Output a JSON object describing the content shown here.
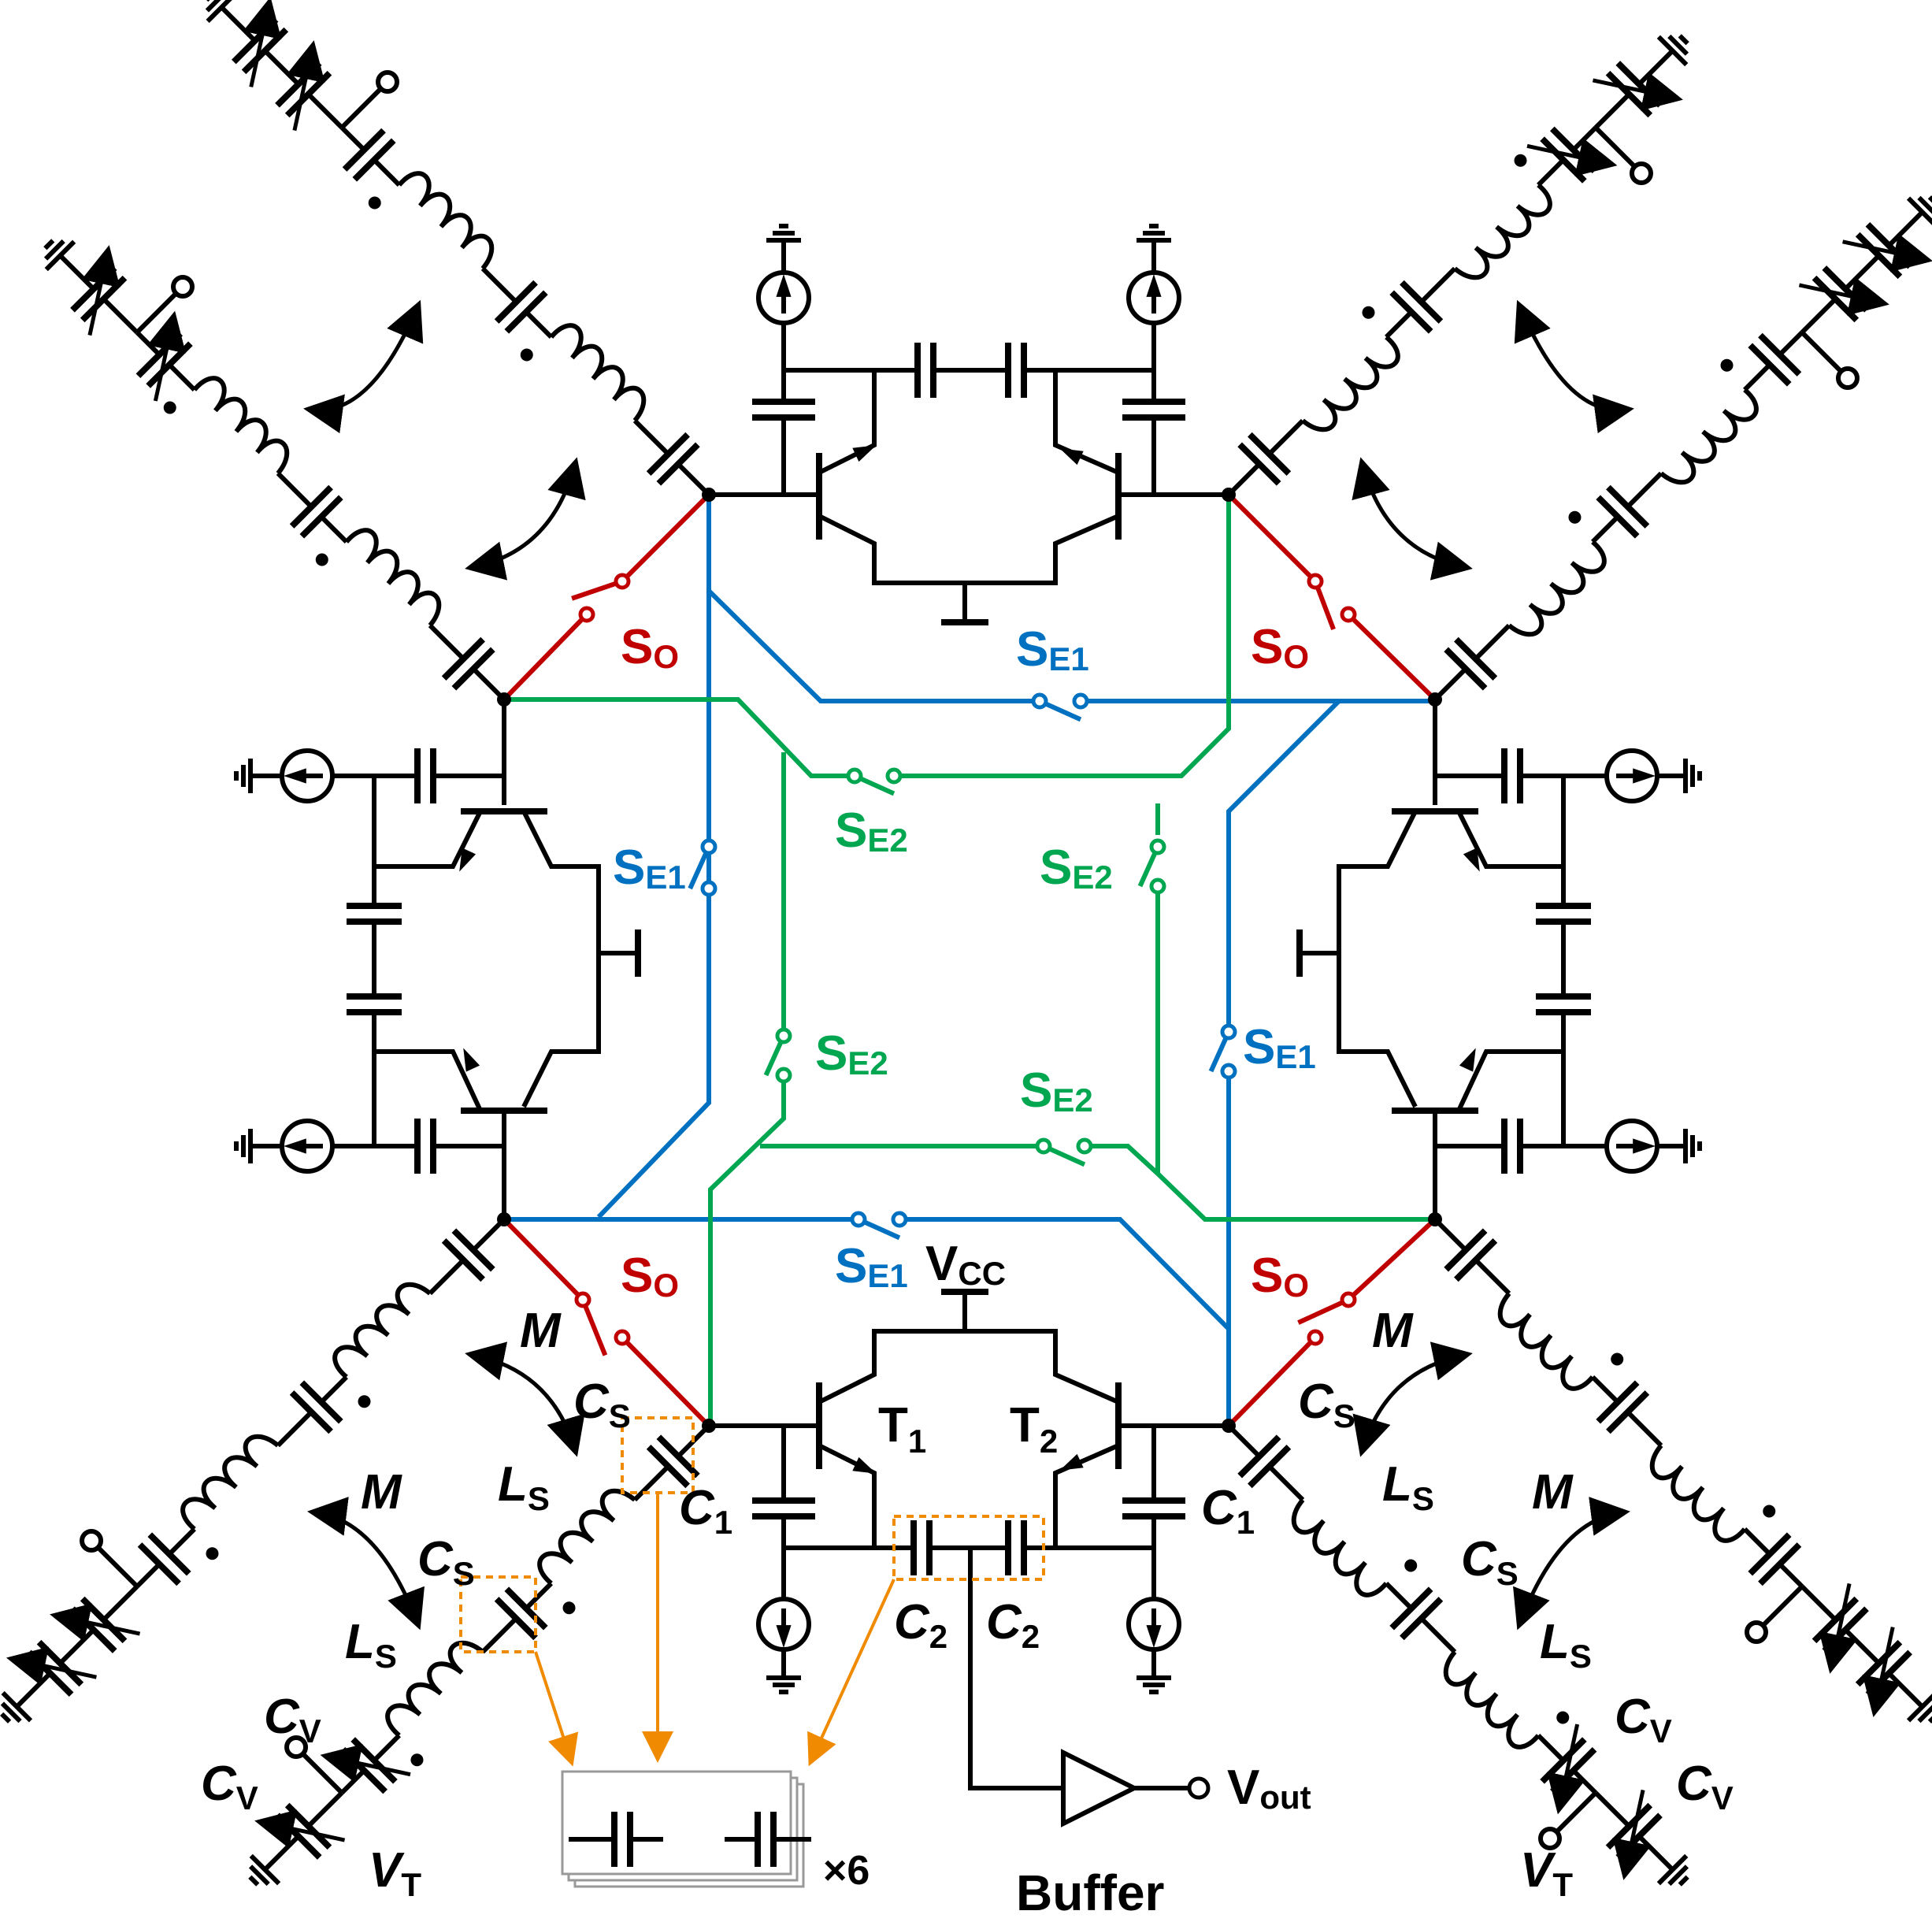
{
  "colors": {
    "wire": "#000000",
    "switch_odd": "#c00000",
    "switch_even1": "#0070c0",
    "switch_even2": "#00a650",
    "cap_bank": "#f08a00"
  },
  "switch_labels": {
    "so_main": "S",
    "so_sub": "O",
    "se1_main": "S",
    "se1_sub": "E1",
    "se2_main": "S",
    "se2_sub": "E2"
  },
  "transistor_labels": {
    "t1_main": "T",
    "t1_sub": "1",
    "t2_main": "T",
    "t2_sub": "2"
  },
  "component_labels": {
    "c1_main": "C",
    "c1_sub": "1",
    "c2_main": "C",
    "c2_sub": "2",
    "cs_main": "C",
    "cs_sub": "S",
    "ls_main": "L",
    "ls_sub": "S",
    "cv_main": "C",
    "cv_sub": "V",
    "vt_main": "V",
    "vt_sub": "T",
    "mutual": "M"
  },
  "supply": {
    "vcc_main": "V",
    "vcc_sub": "CC"
  },
  "output": {
    "vout_main": "V",
    "vout_sub": "out",
    "buffer_label": "Buffer"
  },
  "cap_bank": {
    "multiplier": "×6"
  }
}
